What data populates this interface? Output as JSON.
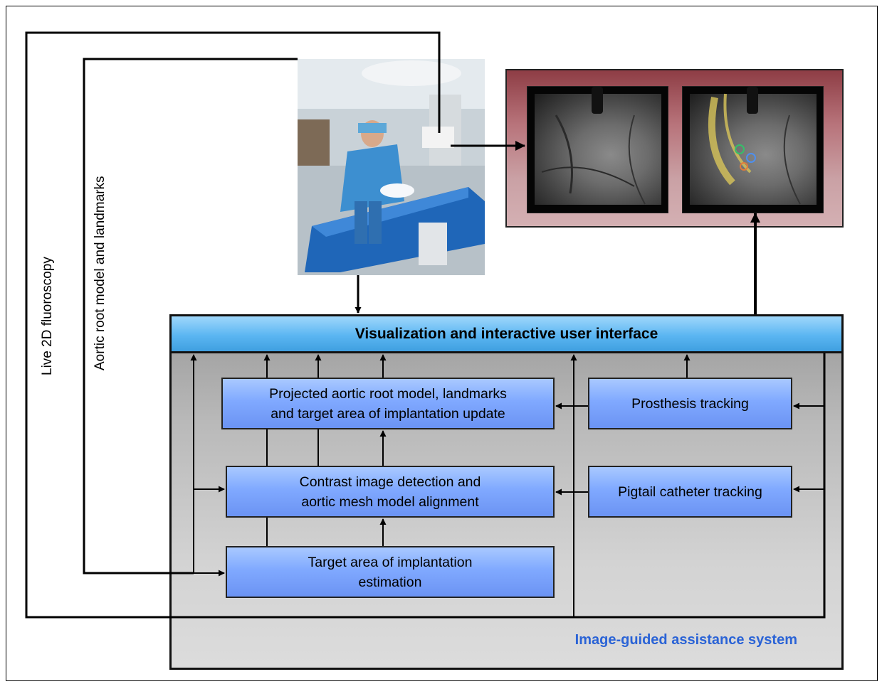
{
  "labels": {
    "live_fluoroscopy": "Live 2D fluoroscopy",
    "aortic_root_model": "Aortic root model and landmarks",
    "system_name": "Image-guided assistance system"
  },
  "ui_bar": "Visualization and interactive user interface",
  "boxes": {
    "projected_model": [
      "Projected aortic root model, landmarks",
      "and target area of implantation update"
    ],
    "contrast_detection": [
      "Contrast image detection and",
      "aortic mesh model alignment"
    ],
    "target_area": [
      "Target area of implantation",
      "estimation"
    ],
    "prosthesis_tracking": "Prosthesis tracking",
    "pigtail_tracking": "Pigtail catheter tracking"
  },
  "colors": {
    "ui_bar": "#5bb6f2",
    "box": "#80a9ff",
    "system_panel": "#bdbdbd",
    "screen_panel": "#b8747b",
    "system_label": "#2a63d6"
  },
  "images": {
    "photo": "operating-room-photo",
    "screen_left": "fluoroscopy-image",
    "screen_right": "fluoroscopy-overlay-image"
  }
}
